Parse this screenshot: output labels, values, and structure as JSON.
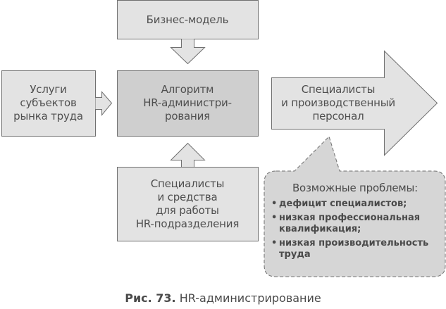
{
  "colors": {
    "box_fill": "#e3e3e3",
    "center_fill": "#cfcfcf",
    "callout_fill": "#d6d6d6",
    "stroke": "#707070",
    "text": "#4a4a4a"
  },
  "nodes": {
    "business_model": {
      "lines": [
        "Бизнес-модель"
      ]
    },
    "algorithm": {
      "lines": [
        "Алгоритм",
        "HR-администри-",
        "рования"
      ]
    },
    "labor_market": {
      "lines": [
        "Услуги",
        "субъектов",
        "рынка труда"
      ]
    },
    "hr_staff": {
      "lines": [
        "Специалисты",
        "и средства",
        "для работы",
        "HR-подразделения"
      ]
    },
    "output": {
      "lines": [
        "Специалисты",
        "и производственный",
        "персонал"
      ]
    }
  },
  "callout": {
    "title": "Возможные проблемы:",
    "items": [
      {
        "lines": [
          "дефицит специалистов;"
        ]
      },
      {
        "lines": [
          "низкая профессиональная",
          "квалификация;"
        ]
      },
      {
        "lines": [
          "низкая производительность",
          "труда"
        ]
      }
    ]
  },
  "caption": {
    "prefix": "Рис. 73.",
    "text": "HR-администрирование"
  },
  "edges": [
    {
      "from": "business_model",
      "to": "algorithm"
    },
    {
      "from": "labor_market",
      "to": "algorithm"
    },
    {
      "from": "hr_staff",
      "to": "algorithm"
    },
    {
      "from": "algorithm",
      "to": "output"
    }
  ]
}
